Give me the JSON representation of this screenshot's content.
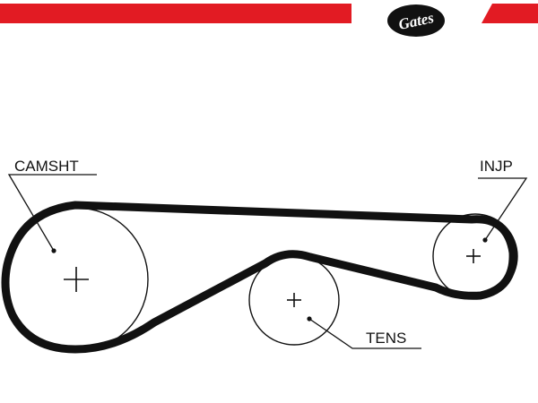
{
  "header": {
    "brand_logo_text": "Gates",
    "accent_color": "#e21b23",
    "logo_color": "#111111"
  },
  "diagram": {
    "labels": {
      "camshaft": "CAMSHT",
      "injection_pump": "INJP",
      "tensioner": "TENS"
    },
    "center_mark": "+",
    "line_color": "#111111"
  }
}
